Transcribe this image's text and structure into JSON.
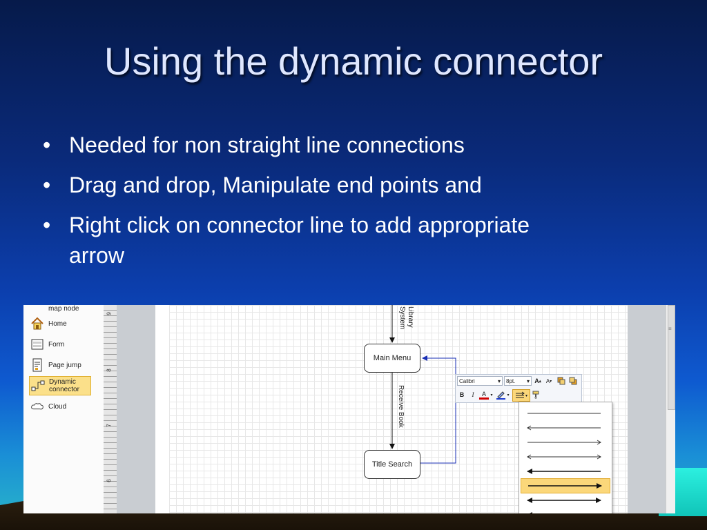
{
  "slide": {
    "title": "Using the dynamic connector",
    "bullets": [
      "Needed for non straight line connections",
      "Drag and drop, Manipulate end points and",
      "Right click on connector line to add appropriate",
      "arrow"
    ]
  },
  "stencil": {
    "items": [
      {
        "label": "map node",
        "icon": "map-node-icon"
      },
      {
        "label": "Home",
        "icon": "home-icon"
      },
      {
        "label": "Form",
        "icon": "form-icon"
      },
      {
        "label": "Page jump",
        "icon": "page-jump-icon"
      },
      {
        "label": "Dynamic",
        "label2": "connector",
        "icon": "dynamic-connector-icon",
        "selected": true
      },
      {
        "label": "Cloud",
        "icon": "cloud-icon"
      }
    ]
  },
  "ruler": {
    "marks": [
      "9",
      "8",
      "7",
      "6"
    ]
  },
  "diagram": {
    "top_label_1": "Library",
    "top_label_2": "System",
    "main_menu": "Main Menu",
    "receive_book": "Receive Book",
    "title_search": "Title Search"
  },
  "format_toolbar": {
    "font": "Calibri",
    "size": "8pt.",
    "bold": "B",
    "italic": "I",
    "font_color": "A",
    "grow_font": "A",
    "shrink_font": "A"
  },
  "arrow_menu": {
    "options": [
      "line-no-arrow",
      "line-arrow-left",
      "line-arrow-right",
      "line-arrow-both",
      "line-filled-left",
      "line-filled-right",
      "line-filled-both",
      "line-filled-left-2"
    ],
    "selected_index": 5
  },
  "colors": {
    "accent": "#fbd77a",
    "connector": "#1a2fb5"
  }
}
